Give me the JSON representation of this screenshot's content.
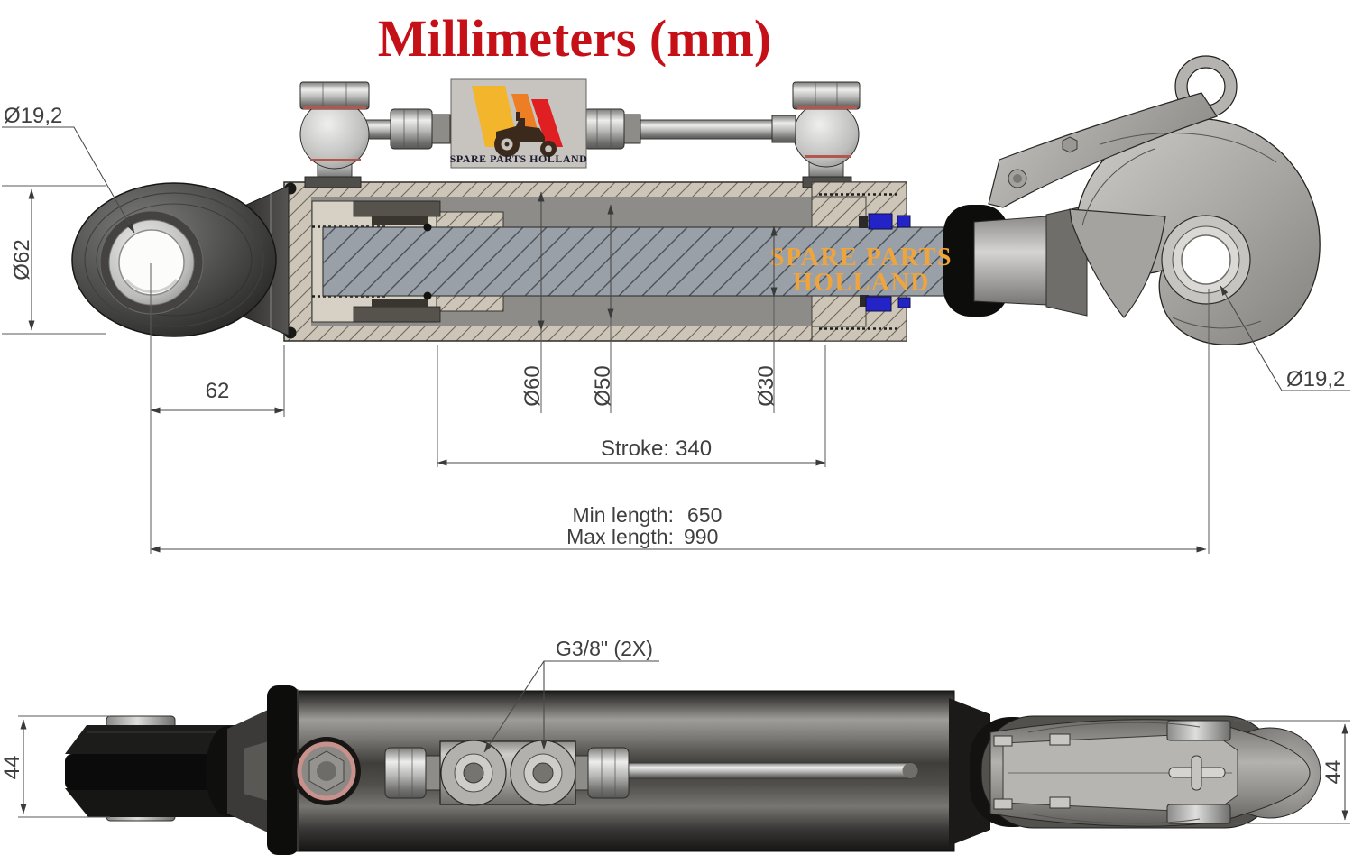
{
  "title": "Millimeters (mm)",
  "logo": {
    "text": "SPARE PARTS HOLLAND"
  },
  "watermark": {
    "line1": "SPARE PARTS",
    "line2": "HOLLAND"
  },
  "cross_section_view": {
    "dim_ball_bore": "Ø19,2",
    "dim_ball_eye_od": "Ø62",
    "dim_ball_offset": "62",
    "dim_cylinder_bore": "Ø60",
    "dim_piston": "Ø50",
    "dim_rod": "Ø30",
    "stroke_label": "Stroke:",
    "stroke_value": "340",
    "min_length_label": "Min length:",
    "min_length_value": "650",
    "max_length_label": "Max length:",
    "max_length_value": "990",
    "dim_hook_bore": "Ø19,2"
  },
  "side_view": {
    "dim_ports": "G3/8\" (2X)",
    "dim_ball_width": "44",
    "dim_hook_width": "44"
  },
  "colors": {
    "title_red": "#c51018",
    "dimension_gray": "#3f3f3f",
    "seal_blue": "#2323c8",
    "logo_yellow": "#f2b52c",
    "logo_orange": "#ee7e23",
    "logo_red": "#e01f23",
    "body_beige": "#cdc6b8",
    "rod_gray": "#9aa0a7",
    "watermark_orange": "#efa43c"
  }
}
